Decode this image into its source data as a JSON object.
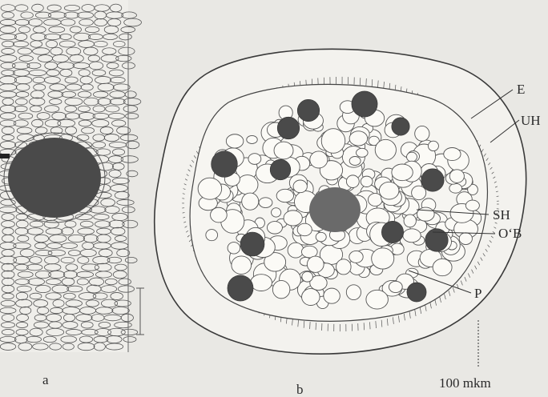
{
  "panel_labels": {
    "a": "a",
    "b": "b"
  },
  "callouts": {
    "E": "E",
    "UH": "UH",
    "SH": "SH",
    "OB": "O‘B",
    "P": "P"
  },
  "scale_bar": {
    "text": "100 mkm"
  },
  "colors": {
    "background": "#e9e8e4",
    "ink": "#3a3a3a",
    "bundle": "#4a4a4a"
  }
}
